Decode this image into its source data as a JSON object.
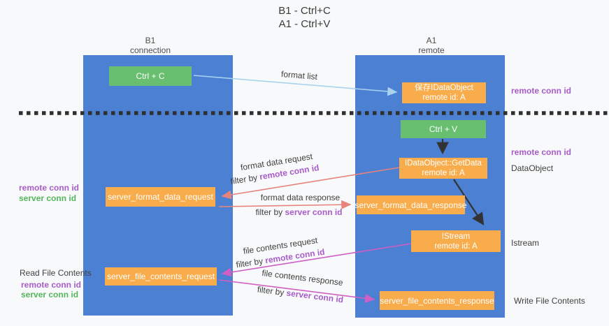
{
  "title": {
    "line1": "B1 - Ctrl+C",
    "line2": "A1 - Ctrl+V"
  },
  "columns": {
    "left": {
      "name": "B1",
      "subtitle": "connection"
    },
    "right": {
      "name": "A1",
      "subtitle": "remote"
    }
  },
  "nodes": {
    "ctrl_c": {
      "label": "Ctrl + C"
    },
    "ctrl_v": {
      "label": "Ctrl + V"
    },
    "save_dataobject": {
      "line1": "保存IDataObject",
      "line2": "remote id: A"
    },
    "getdata": {
      "line1": "IDataObject::GetData",
      "line2": "remote id: A"
    },
    "istream": {
      "line1": "IStream",
      "line2": "remote id: A"
    },
    "server_format_data_request": {
      "label": "server_format_data_request"
    },
    "server_format_data_response": {
      "label": "server_format_data_response"
    },
    "server_file_contents_request": {
      "label": "server_file_contents_request"
    },
    "server_file_contents_response": {
      "label": "server_file_contents_response"
    }
  },
  "captions": {
    "format_list": "format list",
    "format_data_request": "format data request",
    "format_data_response": "format data response",
    "file_contents_request": "file contents request",
    "file_contents_response": "file contents response",
    "filter_by": "filter by ",
    "remote_conn_id": "remote conn id",
    "server_conn_id": "server conn id"
  },
  "side_labels": {
    "remote_conn_id_top": "remote conn id",
    "remote_conn_id_mid": "remote conn id",
    "dataobject": "DataObject",
    "istream": "Istream",
    "write_file_contents": "Write File Contents",
    "read_file_contents": "Read File Contents",
    "left_remote_conn_id": "remote conn id",
    "left_server_conn_id": "server conn id",
    "bottom_remote_conn_id": "remote conn id",
    "bottom_server_conn_id": "server conn id"
  },
  "colors": {
    "lane_blue": "#4b80d3",
    "box_orange": "#f8ac4b",
    "box_green": "#68bf6f",
    "purple_text": "#a85cc9",
    "green_text": "#54b65c",
    "arrow_lightblue": "#a9d2ed",
    "arrow_red": "#e8837b",
    "arrow_magenta": "#cf5ec5",
    "arrow_black": "#333333",
    "dashed_line": "#2f2f2f"
  }
}
